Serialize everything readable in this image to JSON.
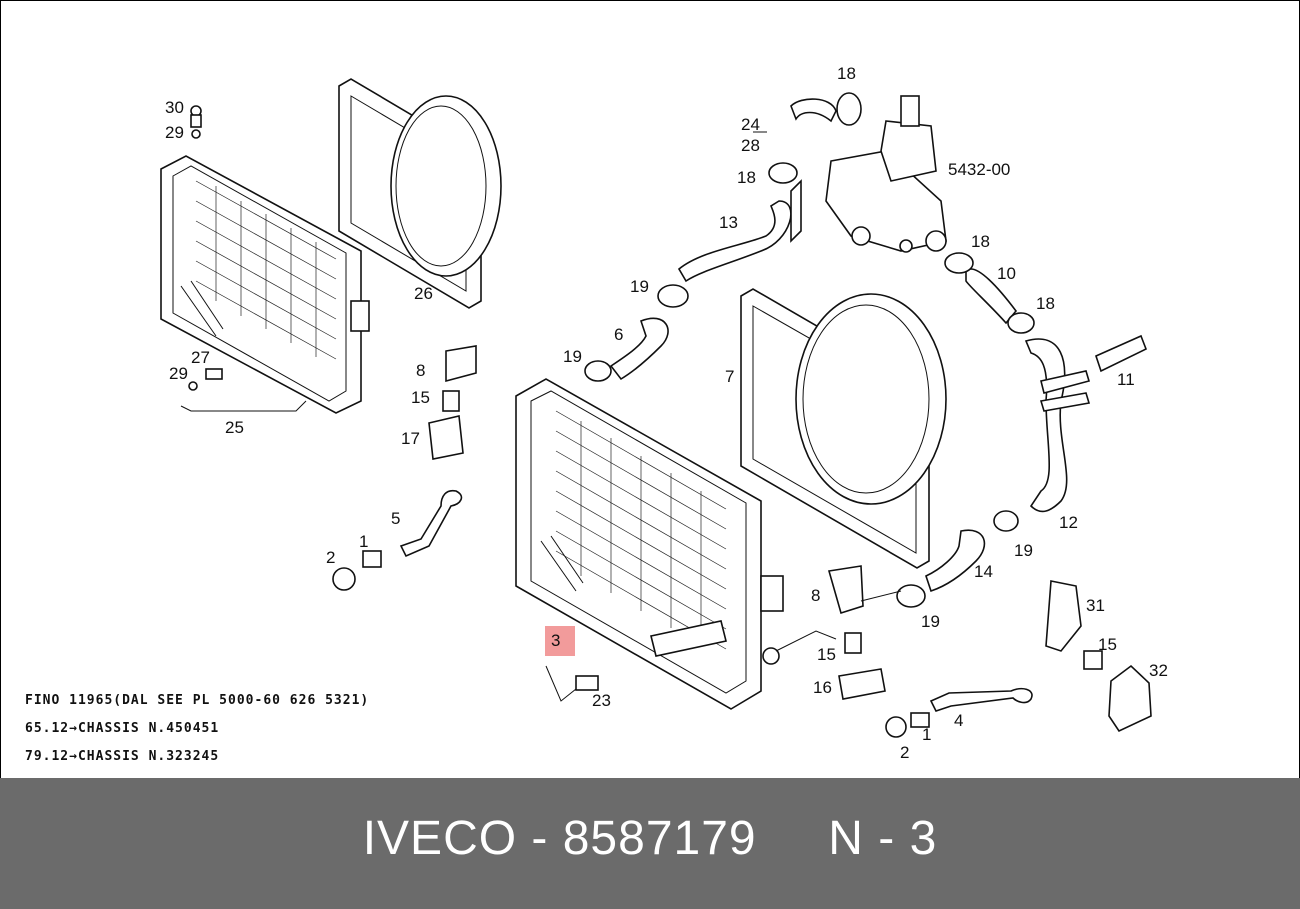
{
  "callouts": [
    {
      "id": "c30",
      "text": "30"
    },
    {
      "id": "c29a",
      "text": "29"
    },
    {
      "id": "c27",
      "text": "27"
    },
    {
      "id": "c29b",
      "text": "29"
    },
    {
      "id": "c25",
      "text": "25"
    },
    {
      "id": "c26",
      "text": "26"
    },
    {
      "id": "c8a",
      "text": "8"
    },
    {
      "id": "c15a",
      "text": "15"
    },
    {
      "id": "c17",
      "text": "17"
    },
    {
      "id": "c5",
      "text": "5"
    },
    {
      "id": "c1a",
      "text": "1"
    },
    {
      "id": "c2a",
      "text": "2"
    },
    {
      "id": "c19a",
      "text": "19"
    },
    {
      "id": "c6",
      "text": "6"
    },
    {
      "id": "c19b",
      "text": "19"
    },
    {
      "id": "c13",
      "text": "13"
    },
    {
      "id": "c18a",
      "text": "18"
    },
    {
      "id": "c24",
      "text": "24"
    },
    {
      "id": "c28",
      "text": "28"
    },
    {
      "id": "c18b",
      "text": "18"
    },
    {
      "id": "c5432",
      "text": "5432-00"
    },
    {
      "id": "c18c",
      "text": "18"
    },
    {
      "id": "c10",
      "text": "10"
    },
    {
      "id": "c18d",
      "text": "18"
    },
    {
      "id": "c11",
      "text": "11"
    },
    {
      "id": "c7",
      "text": "7"
    },
    {
      "id": "c12",
      "text": "12"
    },
    {
      "id": "c19c",
      "text": "19"
    },
    {
      "id": "c14",
      "text": "14"
    },
    {
      "id": "c19d",
      "text": "19"
    },
    {
      "id": "c8b",
      "text": "8"
    },
    {
      "id": "c15b",
      "text": "15"
    },
    {
      "id": "c16",
      "text": "16"
    },
    {
      "id": "c31",
      "text": "31"
    },
    {
      "id": "c15c",
      "text": "15"
    },
    {
      "id": "c32",
      "text": "32"
    },
    {
      "id": "c4",
      "text": "4"
    },
    {
      "id": "c1b",
      "text": "1"
    },
    {
      "id": "c2b",
      "text": "2"
    },
    {
      "id": "c23",
      "text": "23"
    },
    {
      "id": "c3",
      "text": "3"
    }
  ],
  "highlight": {
    "label": "3",
    "color": "#f08a8a"
  },
  "notes": [
    "FINO 11965(DAL SEE PL 5000-60 626 5321)",
    "65.12→CHASSIS N.450451",
    "79.12→CHASSIS N.323245"
  ],
  "footer": {
    "text": "IVECO - 8587179     N - 3",
    "bg_color": "#6b6b6b",
    "text_color": "#ffffff"
  }
}
